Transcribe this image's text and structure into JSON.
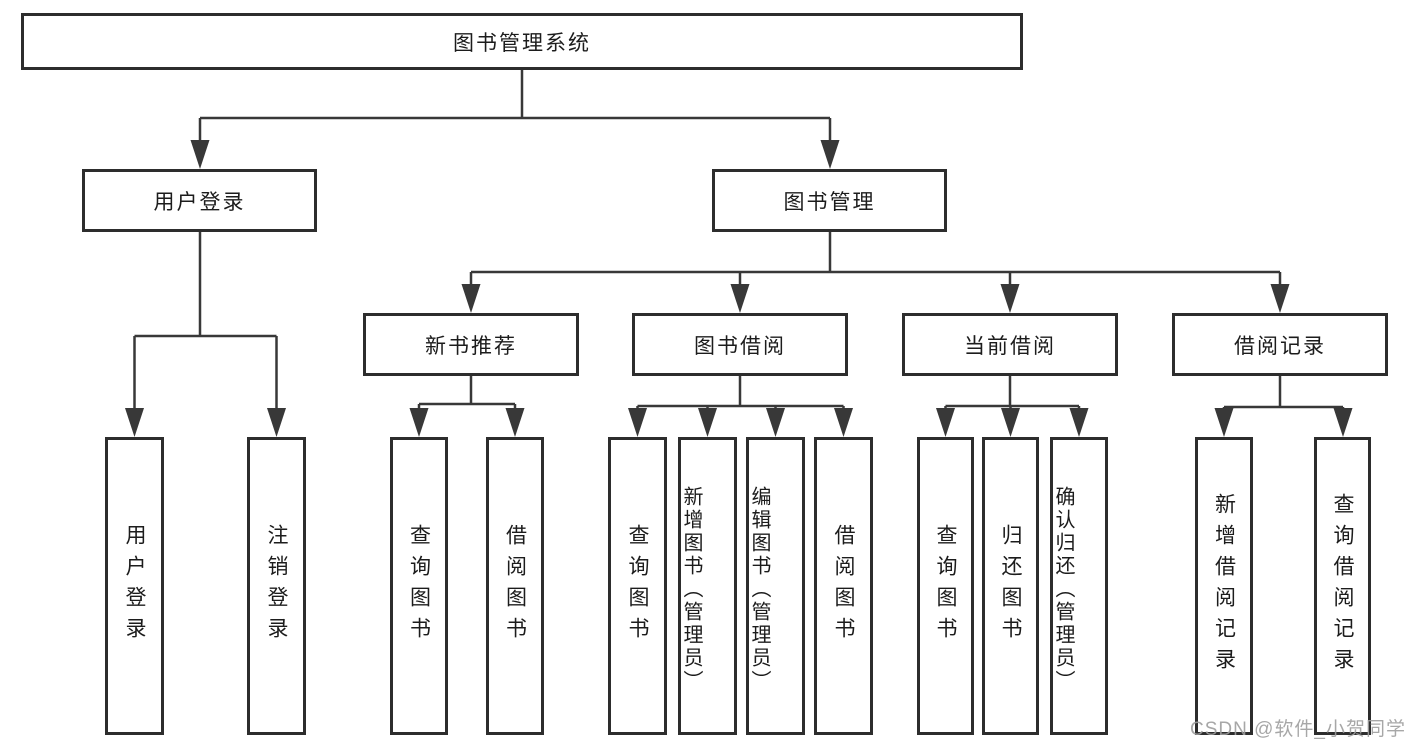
{
  "diagram": {
    "root": "图书管理系统",
    "branches": [
      {
        "label": "用户登录",
        "leaves": [
          "用户登录",
          "注销登录"
        ]
      },
      {
        "label": "图书管理",
        "groups": [
          {
            "label": "新书推荐",
            "leaves": [
              "查询图书",
              "借阅图书"
            ]
          },
          {
            "label": "图书借阅",
            "leaves": [
              "查询图书",
              "新增图书（管理员）",
              "编辑图书（管理员）",
              "借阅图书"
            ]
          },
          {
            "label": "当前借阅",
            "leaves": [
              "查询图书",
              "归还图书",
              "确认归还（管理员）"
            ]
          },
          {
            "label": "借阅记录",
            "leaves": [
              "新增借阅记录",
              "查询借阅记录"
            ]
          }
        ]
      }
    ]
  },
  "watermark": {
    "text": "CSDN @软件_小贺同学"
  },
  "colors": {
    "line": "#383838",
    "box_border": "#2d2d2d",
    "text": "#1c1c1c",
    "watermark": "#9e9e9e",
    "background": "#ffffff"
  }
}
